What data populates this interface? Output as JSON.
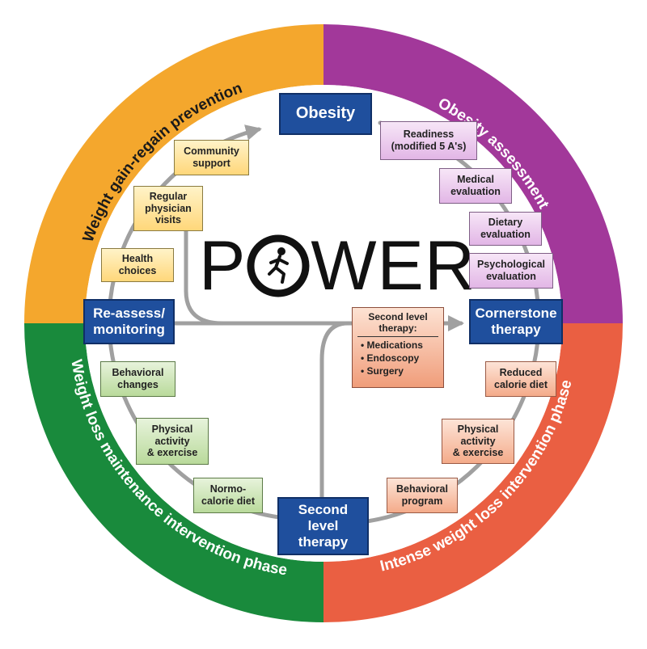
{
  "ring": {
    "top_left": "Weight gain-regain prevention",
    "top_right": "Obesity assessment",
    "bottom_left": "Weight loss maintenance intervention phase",
    "bottom_right": "Intense weight loss intervention phase"
  },
  "colors": {
    "top_left": "#f4a72d",
    "top_right": "#a2389a",
    "bottom_left": "#198a3c",
    "bottom_right": "#ea5f42",
    "blue_box": "#1f4f9d",
    "arrow": "#a0a0a0"
  },
  "center": {
    "title_prefix": "P",
    "title_suffix": "WER",
    "icon": "runner-icon"
  },
  "hubs": {
    "obesity": "Obesity",
    "cornerstone": "Cornerstone\ntherapy",
    "second_level": "Second\nlevel\ntherapy",
    "reassess": "Re-assess/\nmonitoring"
  },
  "assessment": {
    "readiness": "Readiness\n(modified 5 A's)",
    "medical": "Medical\nevaluation",
    "dietary": "Dietary\nevaluation",
    "psychological": "Psychological\nevaluation"
  },
  "intervention": {
    "reduced_diet": "Reduced\ncalorie diet",
    "physical": "Physical\nactivity\n& exercise",
    "behavioral": "Behavioral\nprogram"
  },
  "maintenance": {
    "normo_diet": "Normo-\ncalorie diet",
    "physical": "Physical\nactivity\n& exercise",
    "behavioral": "Behavioral\nchanges"
  },
  "prevention": {
    "health": "Health\nchoices",
    "physician": "Regular\nphysician\nvisits",
    "community": "Community\nsupport"
  },
  "second_level_box": {
    "title": "Second level\ntherapy:",
    "items": [
      "• Medications",
      "• Endoscopy",
      "• Surgery"
    ]
  }
}
